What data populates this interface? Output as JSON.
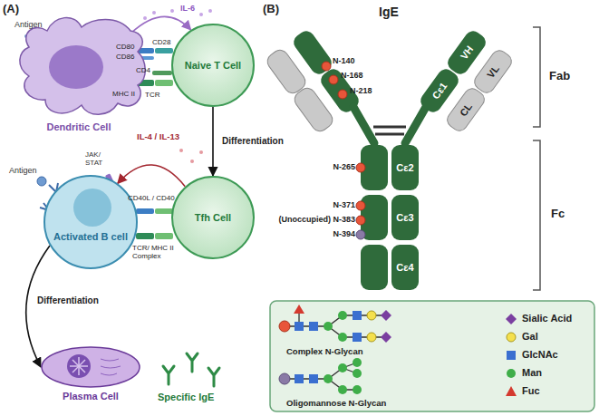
{
  "diagram": {
    "nodes": [
      {
        "text": [
          "Dendritic Cell"
        ]
      },
      {
        "text": [
          "Naive T Cell"
        ]
      },
      {
        "text": [
          "Activated B cell"
        ]
      },
      {
        "text": [
          "Tfh Cell"
        ]
      },
      {
        "text": [
          "Plasma Cell"
        ]
      },
      {
        "text": [
          "VH"
        ]
      },
      {
        "text": [
          "VL"
        ]
      },
      {
        "text": [
          "Cε1"
        ]
      },
      {
        "text": [
          "CL"
        ]
      },
      {
        "text": [
          "Cε2"
        ]
      },
      {
        "text": [
          "Cε3"
        ]
      },
      {
        "text": [
          "Cε4"
        ]
      }
    ],
    "edges": [
      {
        "from": 0,
        "to": 1,
        "arrow": "to",
        "label": "IL-6"
      },
      {
        "from": 1,
        "to": 3,
        "arrow": "to",
        "label": "Differentiation"
      },
      {
        "from": 3,
        "to": 2,
        "arrow": "to",
        "label": "IL-4 / IL-13"
      },
      {
        "from": 2,
        "to": 4,
        "arrow": "to",
        "label": "Differentiation"
      }
    ],
    "labels": [
      "(A)",
      "(B)",
      "Antigen",
      "CD80",
      "CD86",
      "CD28",
      "CD4",
      "MHC II",
      "TCR",
      "JAK/ STAT",
      "Antigen",
      "CD40L / CD40",
      "TCR/ MHC II Complex",
      "Specific IgE",
      "IgE",
      "N-140",
      "N-168",
      "N-218",
      "N-265",
      "N-371",
      "(Unoccupied) N-383",
      "N-394",
      "Fab",
      "Fc",
      "Complex N-Glycan",
      "Oligomannose N-Glycan"
    ],
    "legend": [
      {
        "text": "Sialic Acid"
      },
      {
        "text": "Gal"
      },
      {
        "text": "GlcNAc"
      },
      {
        "text": "Man"
      },
      {
        "text": "Fuc"
      }
    ]
  }
}
